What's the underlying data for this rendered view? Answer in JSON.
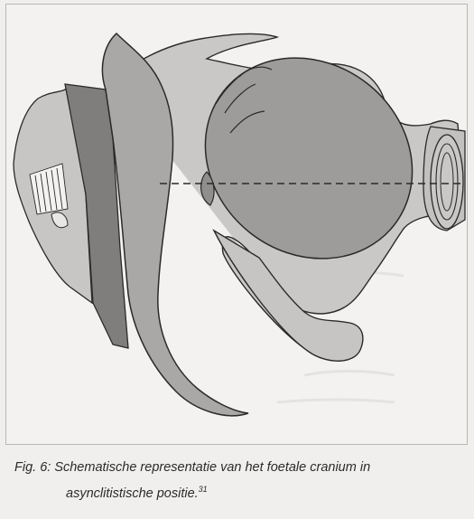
{
  "caption": {
    "line1": "Fig. 6: Schematische representatie van het foetale cranium in",
    "line2": "asynclitistische positie.",
    "footnote_ref": "31"
  },
  "colors": {
    "background": "#f3f2f0",
    "bone_light": "#c7c6c4",
    "bone_mid": "#a9a8a6",
    "bone_dark": "#7d7c7a",
    "fetal_head": "#9c9b99",
    "outline": "#262626"
  }
}
